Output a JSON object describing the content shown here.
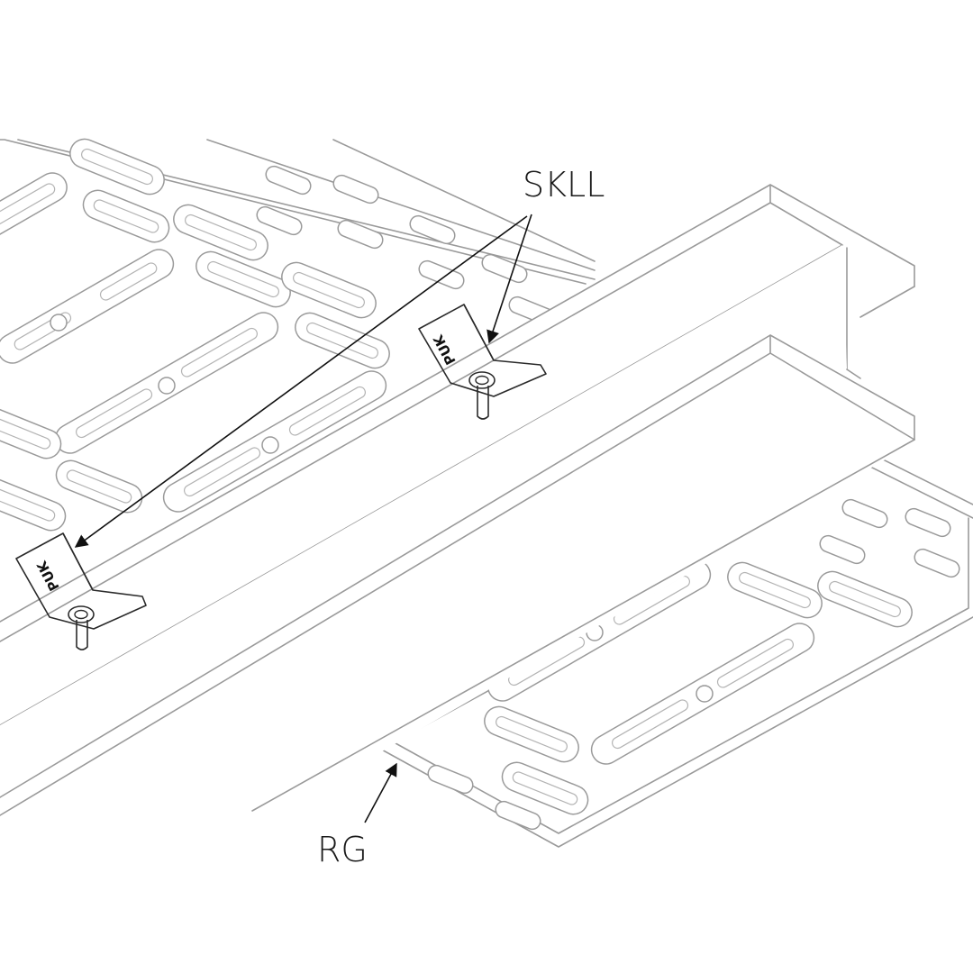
{
  "labels": {
    "clamp_callout": "SKLL",
    "tray_callout": "RG",
    "clamp_marking": "PUK"
  },
  "colors": {
    "line": "#9a9a9a",
    "ink": "#111111",
    "background": "#ffffff"
  }
}
